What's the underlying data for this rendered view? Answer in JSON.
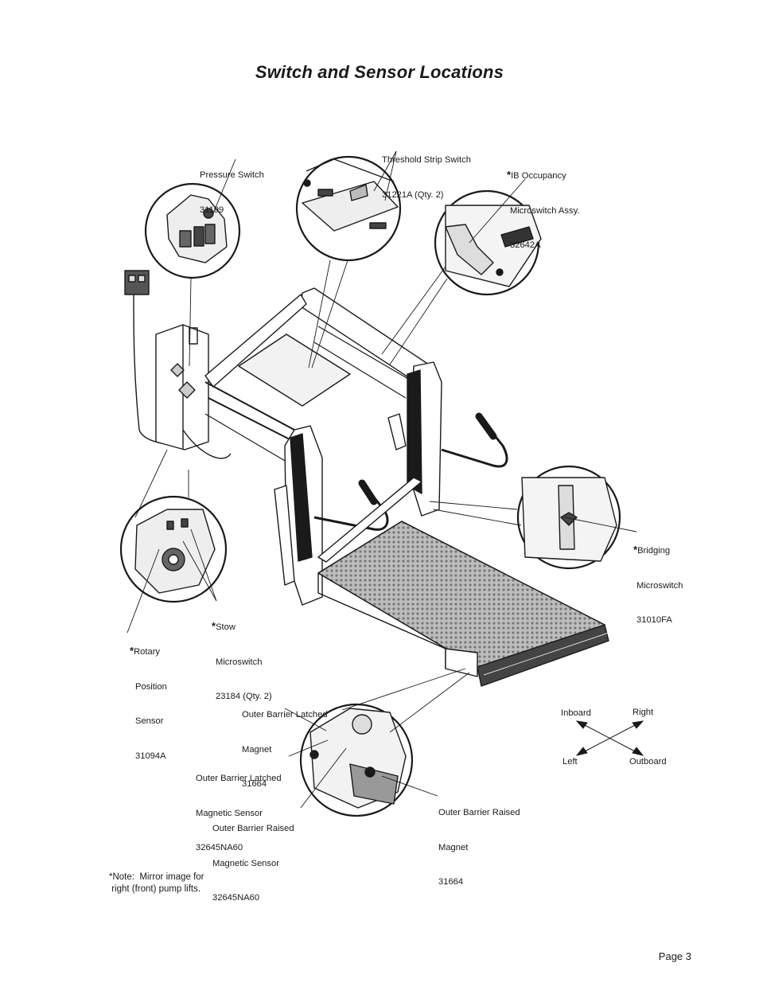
{
  "title": "Switch and Sensor Locations",
  "callouts": {
    "pressure_switch": [
      "Pressure Switch",
      "31199"
    ],
    "threshold_strip_switch": [
      "Threshold Strip Switch",
      "31221A (Qty. 2)"
    ],
    "ib_occupancy": [
      "IB Occupancy",
      "Microswitch Assy.",
      "32642A"
    ],
    "bridging": [
      "Bridging",
      "Microswitch",
      "31010FA"
    ],
    "stow": [
      "Stow",
      "Microswitch",
      "23184 (Qty. 2)"
    ],
    "rotary": [
      "Rotary",
      "Position",
      "Sensor",
      "31094A"
    ],
    "ob_latched_magnet": [
      "Outer Barrier Latched",
      "Magnet",
      "31664"
    ],
    "ob_latched_sensor": [
      "Outer Barrier Latched",
      "Magnetic Sensor",
      "32645NA60"
    ],
    "ob_raised_sensor": [
      "Outer Barrier Raised",
      "Magnetic Sensor",
      "32645NA60"
    ],
    "ob_raised_magnet": [
      "Outer Barrier Raised",
      "Magnet",
      "31664"
    ]
  },
  "asterisk": "*",
  "compass": {
    "inboard": "Inboard",
    "right": "Right",
    "left": "Left",
    "outboard": "Outboard"
  },
  "note": [
    "*Note:  Mirror image for",
    " right (front) pump lifts."
  ],
  "page": "Page 3"
}
